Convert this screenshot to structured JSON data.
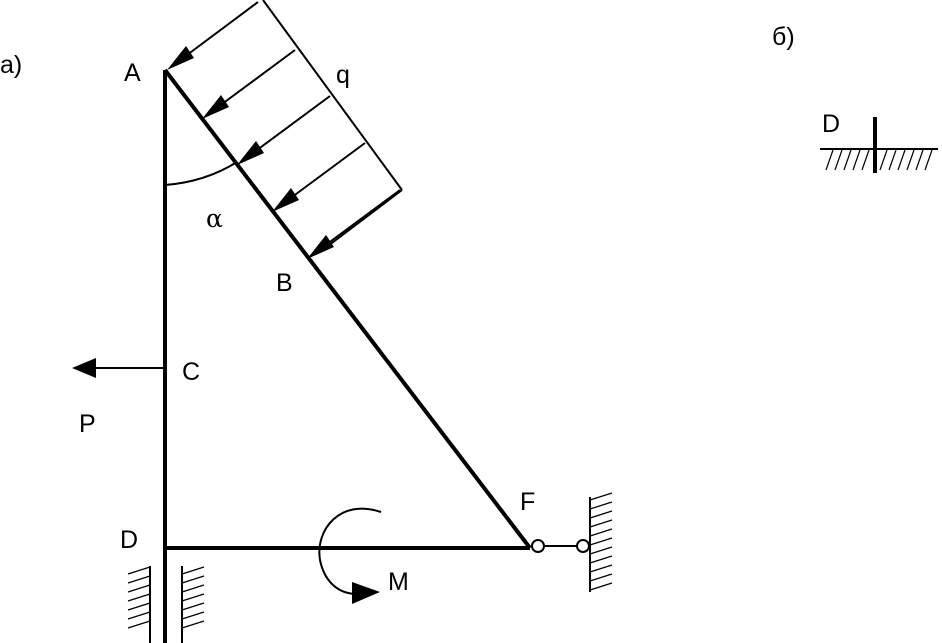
{
  "figure_a": {
    "part_label": "а)",
    "points": {
      "A": "A",
      "B": "B",
      "C": "C",
      "D": "D",
      "F": "F"
    },
    "loads": {
      "q": "q",
      "P": "P",
      "M": "M"
    },
    "angle": "α"
  },
  "figure_b": {
    "part_label": "б)",
    "point": "D"
  }
}
